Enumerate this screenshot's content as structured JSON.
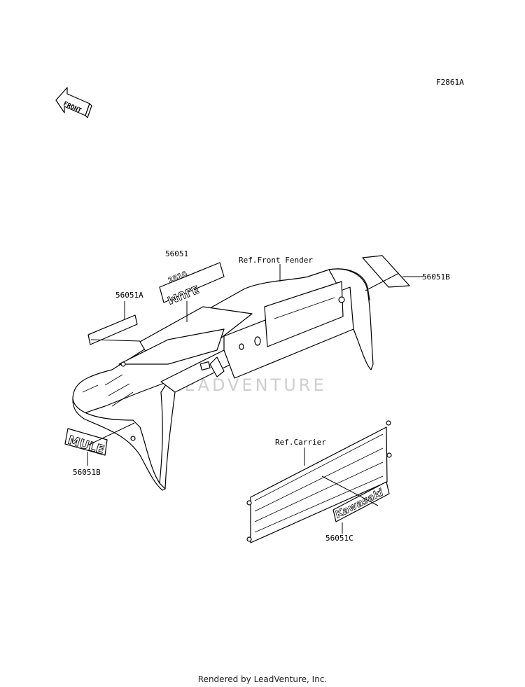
{
  "diagram_code": "F2861A",
  "front_label": "FRONT",
  "labels": {
    "p56051": "56051",
    "p56051a": "56051A",
    "p56051b_top": "56051B",
    "p56051b_bottom": "56051B",
    "p56051c": "56051C",
    "ref_front_fender": "Ref.Front Fender",
    "ref_carrier": "Ref.Carrier"
  },
  "decals": {
    "mule_text": "MULE",
    "model_text": "2510",
    "kawasaki_text": "Kawasaki"
  },
  "watermark": "LEADVENTURE",
  "footer": "Rendered by LeadVenture, Inc."
}
